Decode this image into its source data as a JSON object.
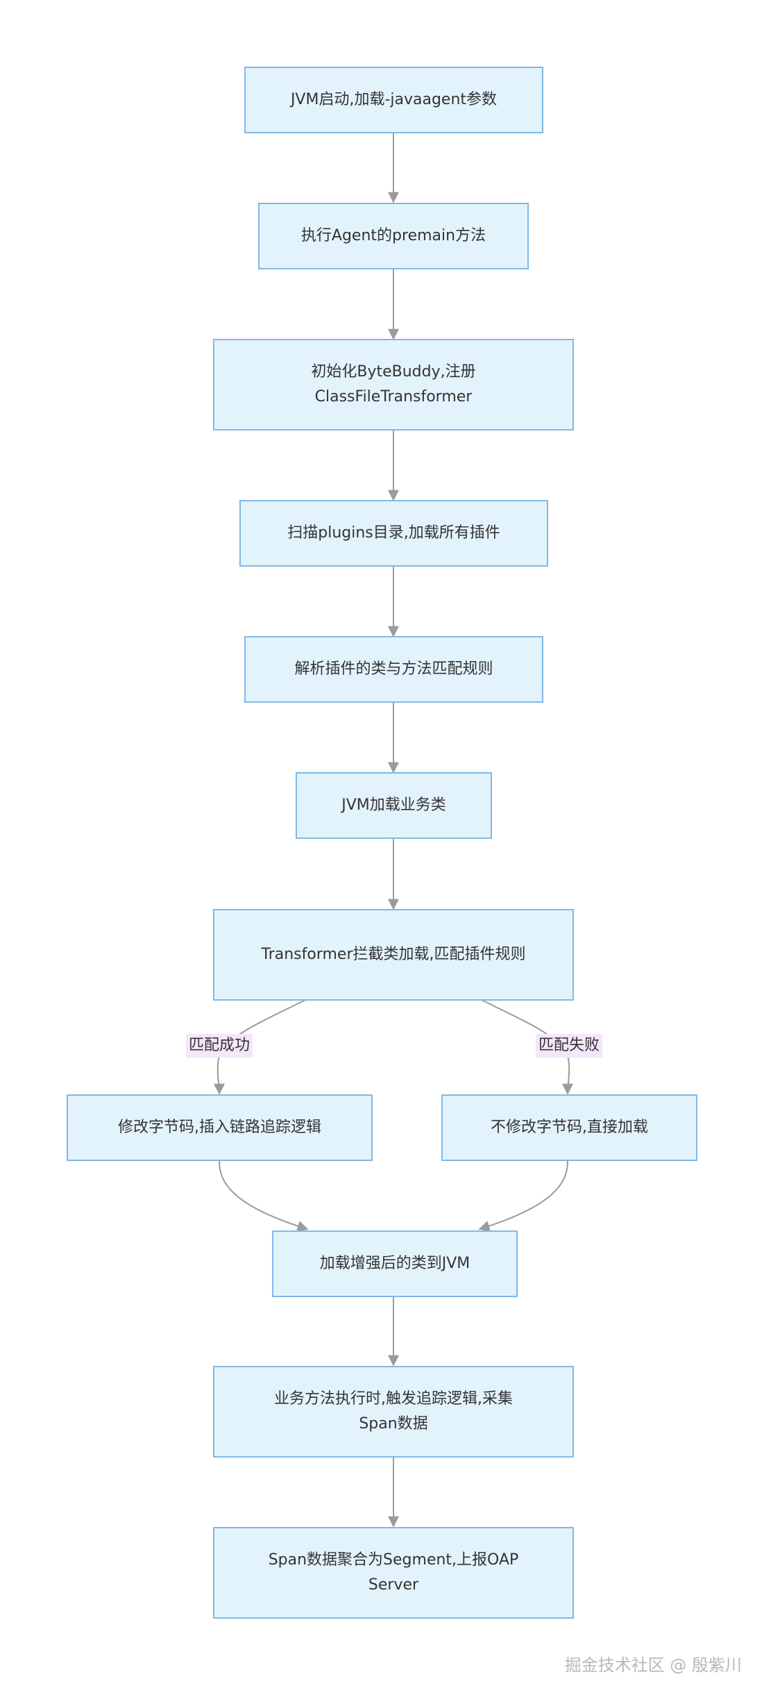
{
  "nodes": {
    "jvm_start": "JVM启动,加载-javaagent参数",
    "premain": "执行Agent的premain方法",
    "init_bytebuddy": "初始化ByteBuddy,注册ClassFileTransformer",
    "scan_plugins": "扫描plugins目录,加载所有插件",
    "parse_rules": "解析插件的类与方法匹配规则",
    "load_biz_class": "JVM加载业务类",
    "transformer_intercept": "Transformer拦截类加载,匹配插件规则",
    "modify_bytecode": "修改字节码,插入链路追踪逻辑",
    "no_modify": "不修改字节码,直接加载",
    "load_enhanced": "加载增强后的类到JVM",
    "execute_trace": "业务方法执行时,触发追踪逻辑,采集Span数据",
    "report_oap": "Span数据聚合为Segment,上报OAP Server"
  },
  "edge_labels": {
    "match_success": "匹配成功",
    "match_fail": "匹配失败"
  },
  "watermark": "掘金技术社区 @ 殷紫川",
  "colors": {
    "node_fill": "#e3f3fc",
    "node_border": "#80b9e6",
    "edge": "#9b9b9b",
    "edge_label_bg": "#f4e6fb",
    "text": "#333333"
  }
}
